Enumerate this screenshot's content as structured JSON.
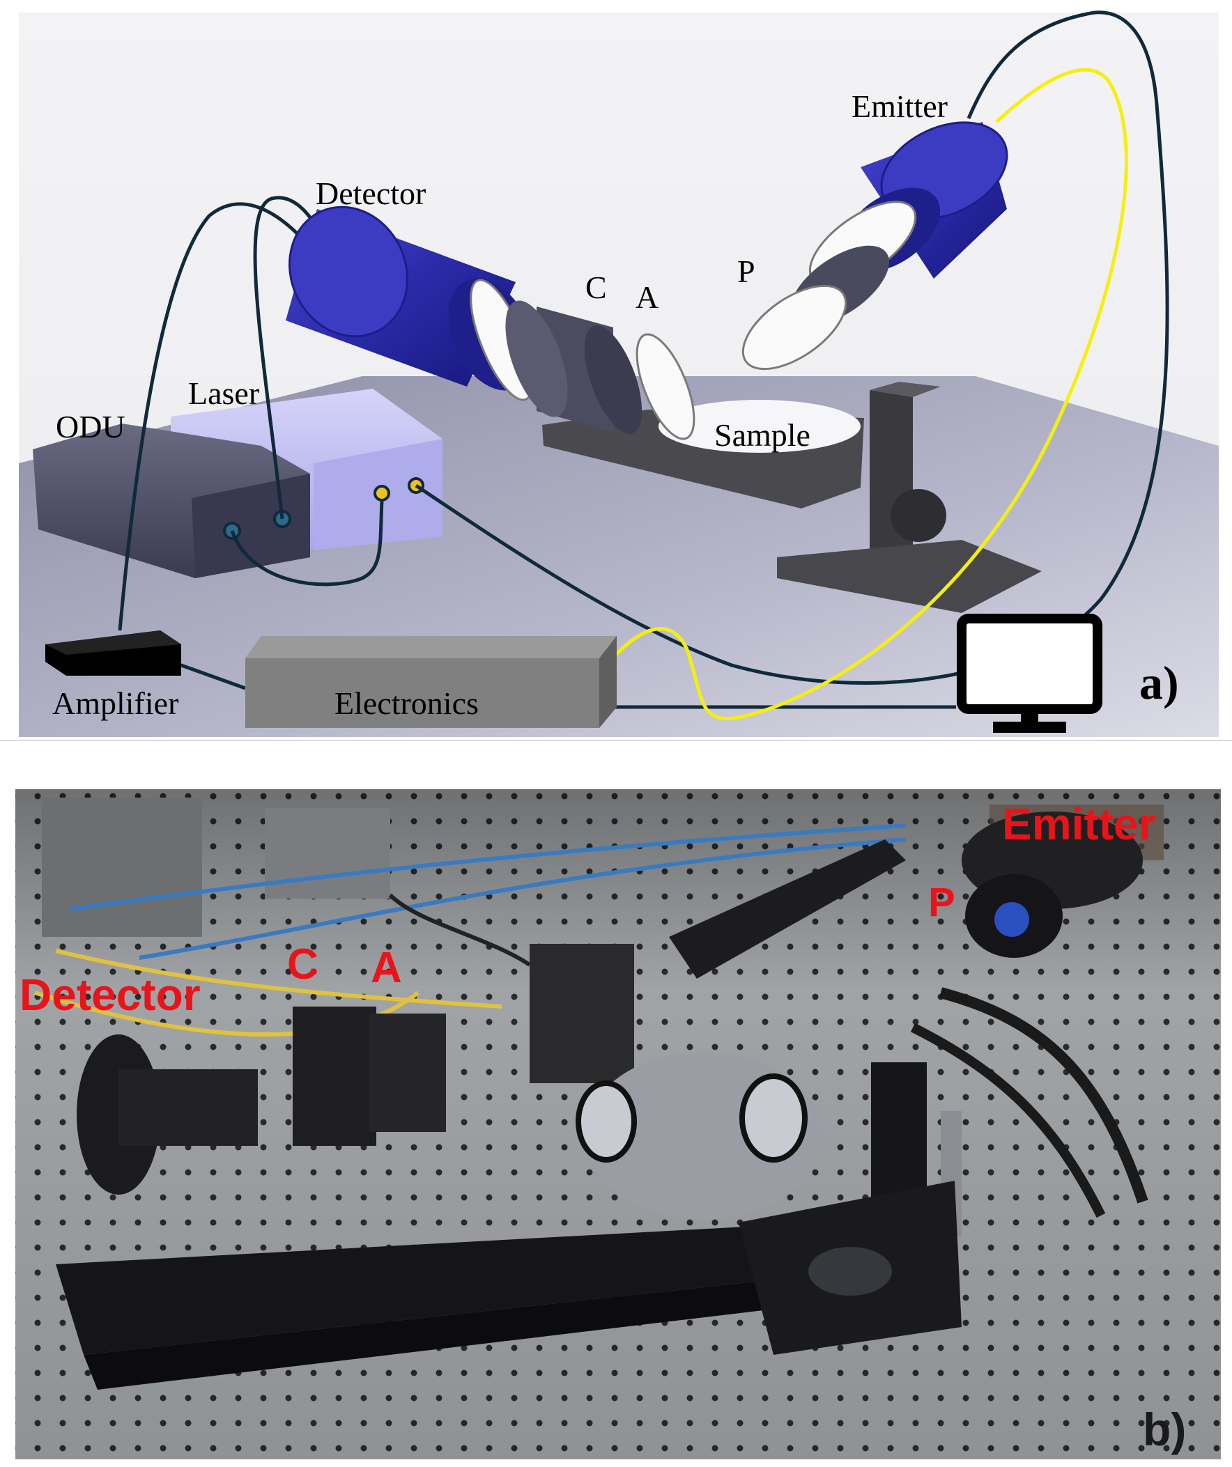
{
  "panel_a": {
    "tag": "a)",
    "labels": {
      "emitter": "Emitter",
      "detector": "Detector",
      "c": "C",
      "a": "A",
      "p": "P",
      "laser": "Laser",
      "odu": "ODU",
      "sample": "Sample",
      "amplifier": "Amplifier",
      "electronics": "Electronics"
    },
    "colors": {
      "blue_cylinder": "#2a2aa8",
      "fiber_dark": "#0f2a3a",
      "fiber_yellow": "#f5ef10",
      "laser_box": "#b9b7f0",
      "odu_box": "#4a4a62",
      "electronics_box": "#808080"
    }
  },
  "panel_b": {
    "tag": "b)",
    "labels": {
      "emitter": "Emitter",
      "p": "P",
      "c": "C",
      "a": "A",
      "detector": "Detector"
    },
    "colors": {
      "label_red": "#e8141a"
    }
  }
}
